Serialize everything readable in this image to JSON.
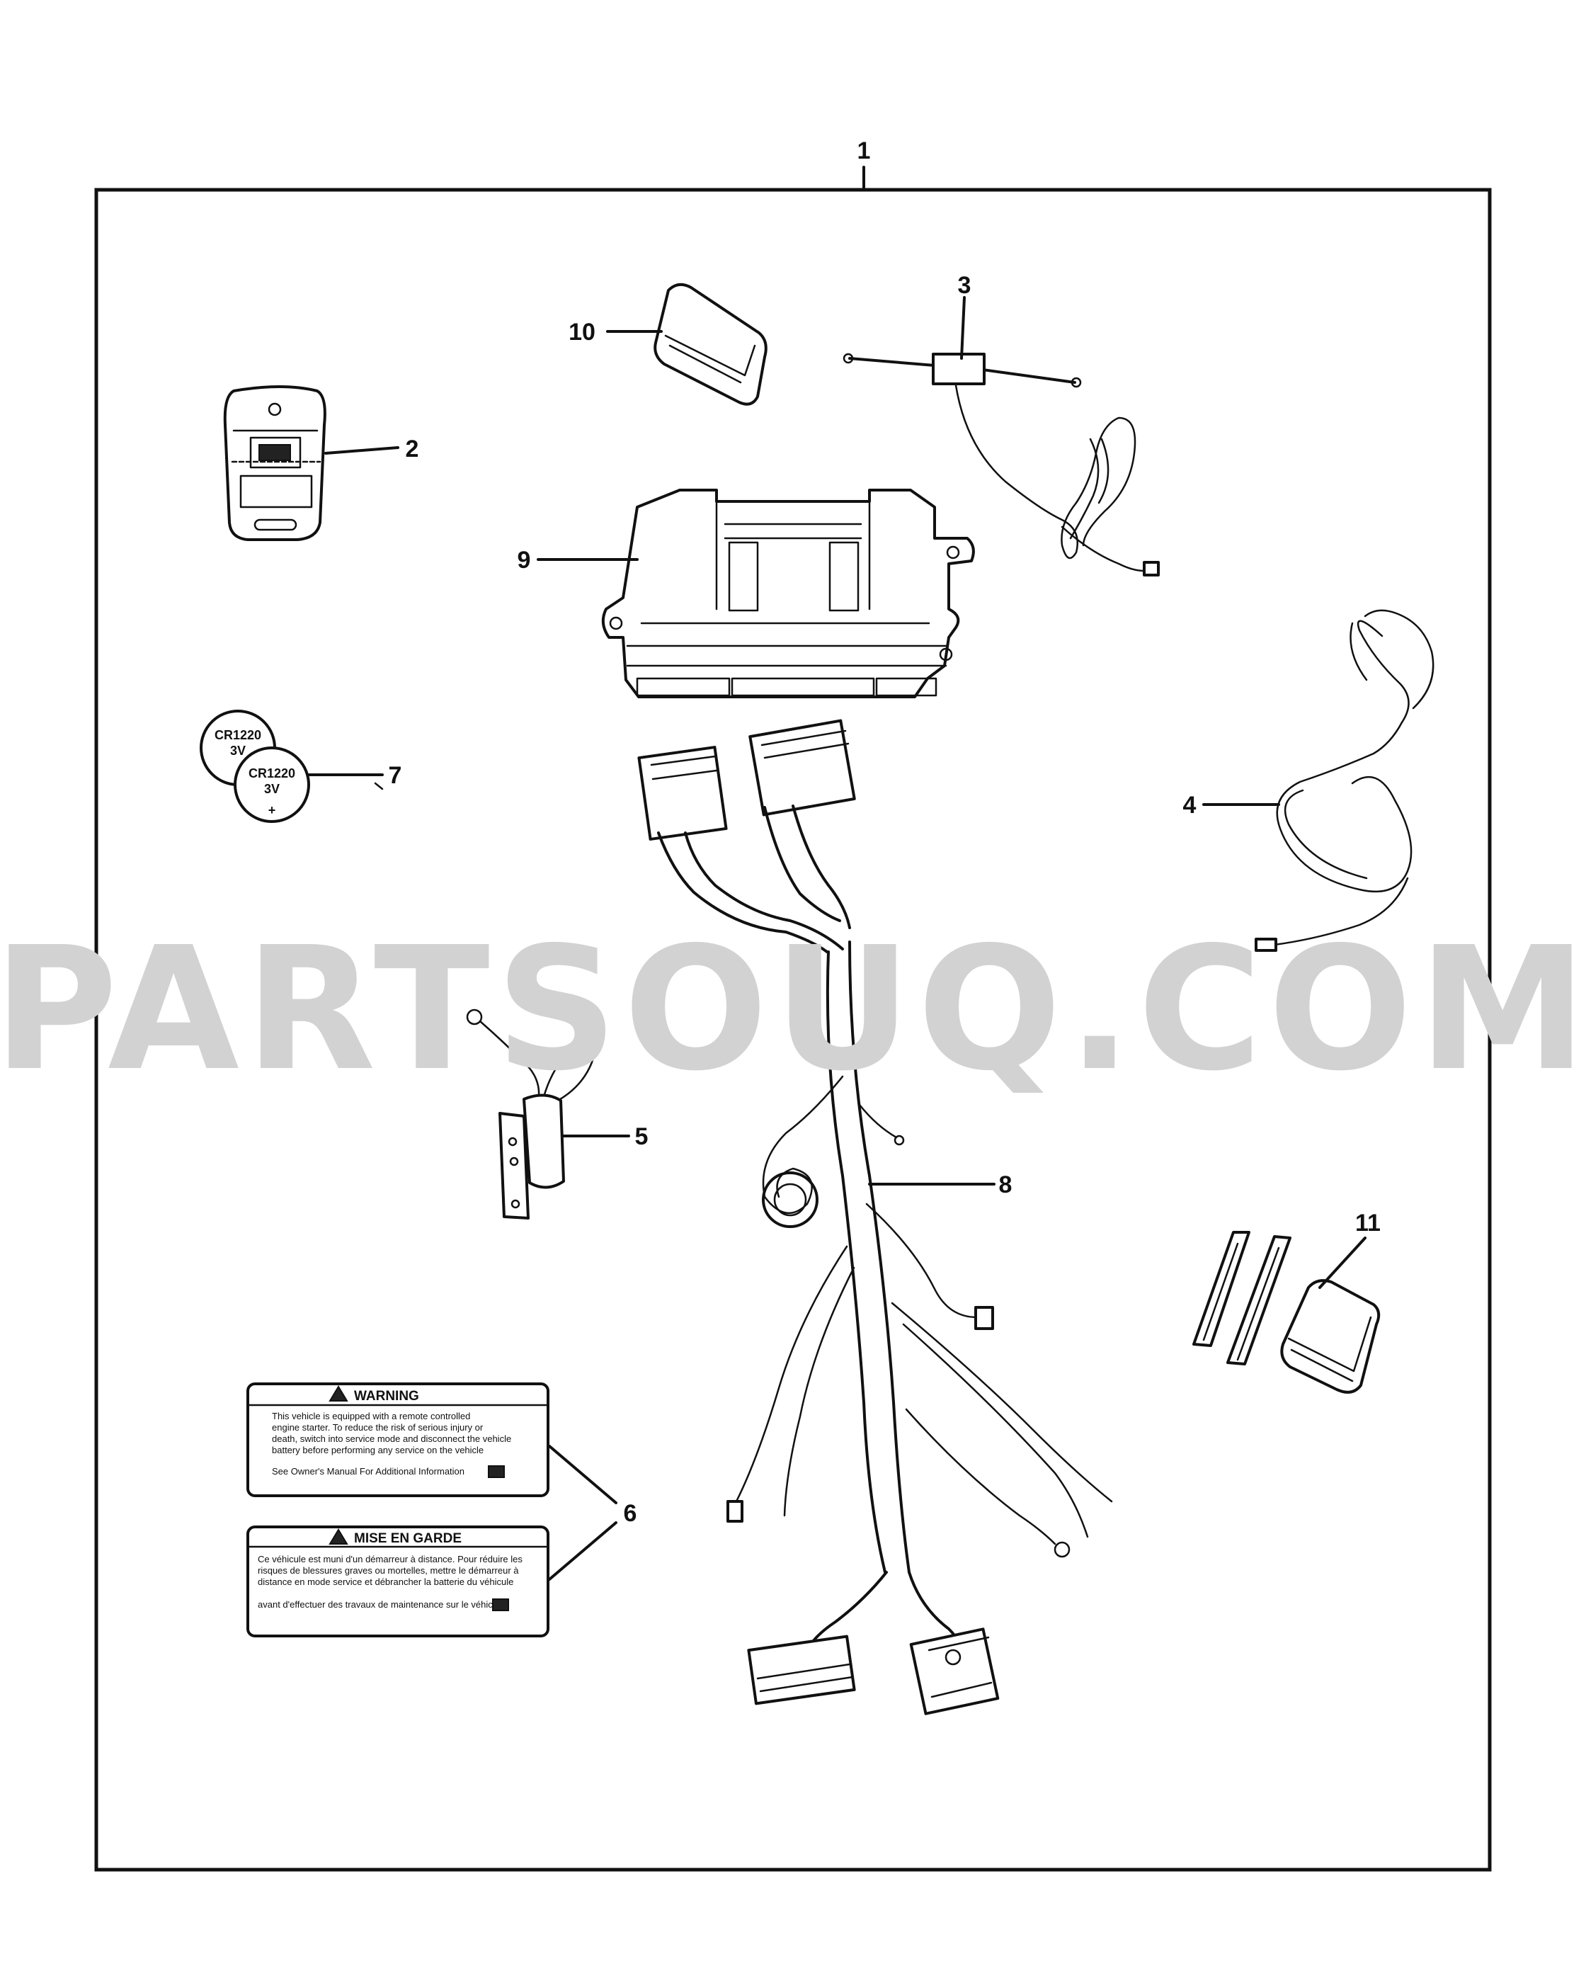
{
  "callouts": {
    "c1": "1",
    "c2": "2",
    "c3": "3",
    "c4": "4",
    "c5": "5",
    "c6": "6",
    "c7": "7",
    "c8": "8",
    "c9": "9",
    "c10": "10",
    "c11": "11"
  },
  "watermark": "PARTSOUQ.COM",
  "batteries": {
    "back_model": "CR1220",
    "back_voltage": "3V",
    "front_model": "CR1220",
    "front_voltage": "3V",
    "polarity": "+"
  },
  "labels": {
    "warning_title": "WARNING",
    "warning_lines": [
      "This vehicle is equipped with a remote controlled",
      "engine starter. To reduce the risk of serious injury or",
      "death, switch into service mode and disconnect the vehicle",
      "battery before performing any service on the vehicle"
    ],
    "warning_footer": "See Owner's Manual For Additional Information",
    "mise_title": "MISE EN GARDE",
    "mise_lines": [
      "Ce véhicule est muni d'un démarreur à distance. Pour réduire les",
      "risques de blessures graves ou mortelles, mettre le démarreur à",
      "distance en mode service et débrancher la batterie du véhicule",
      "avant d'effectuer des travaux de maintenance sur le véhicule."
    ]
  }
}
